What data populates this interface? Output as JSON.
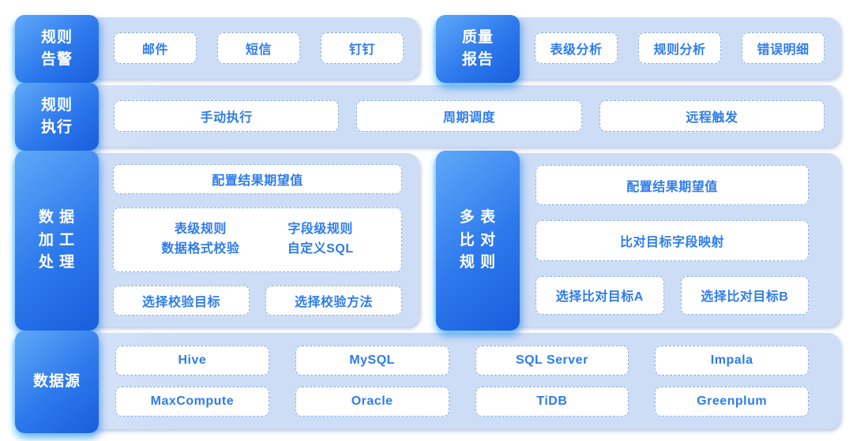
{
  "colors": {
    "page_background": "#ffffff",
    "panel_background": "#cdddf6",
    "tab_gradient_start": "#5fa9f8",
    "tab_gradient_end": "#195edd",
    "tab_text": "#ffffff",
    "node_background": "#ffffff",
    "node_border": "#86aeee",
    "node_text": "#2e7cee"
  },
  "sections": [
    {
      "name": "rule-alert",
      "tab": {
        "lines": [
          "规则",
          "告警"
        ]
      },
      "items": [
        "邮件",
        "短信",
        "钉钉"
      ]
    },
    {
      "name": "quality-report",
      "tab": {
        "lines": [
          "质量",
          "报告"
        ]
      },
      "items": [
        "表级分析",
        "规则分析",
        "错误明细"
      ]
    },
    {
      "name": "rule-execution",
      "tab": {
        "lines": [
          "规则",
          "执行"
        ]
      },
      "items": [
        "手动执行",
        "周期调度",
        "远程触发"
      ]
    },
    {
      "name": "data-processing",
      "tab": {
        "lines": [
          "数 据",
          "加 工",
          "处 理"
        ]
      },
      "expected_value": "配置结果期望值",
      "rule_groups": [
        {
          "line1": "表级规则",
          "line2": "数据格式校验"
        },
        {
          "line1": "字段级规则",
          "line2": "自定义SQL"
        }
      ],
      "selectors": [
        "选择校验目标",
        "选择校验方法"
      ]
    },
    {
      "name": "multi-table-compare",
      "tab": {
        "lines": [
          "多 表",
          "比 对",
          "规 则"
        ]
      },
      "expected_value": "配置结果期望值",
      "field_mapping": "比对目标字段映射",
      "targets": [
        "选择比对目标A",
        "选择比对目标B"
      ]
    },
    {
      "name": "data-source",
      "tab": {
        "lines": [
          "数据源"
        ]
      },
      "row1": [
        "Hive",
        "MySQL",
        "SQL Server",
        "Impala"
      ],
      "row2": [
        "MaxCompute",
        "Oracle",
        "TiDB",
        "Greenplum"
      ]
    }
  ]
}
